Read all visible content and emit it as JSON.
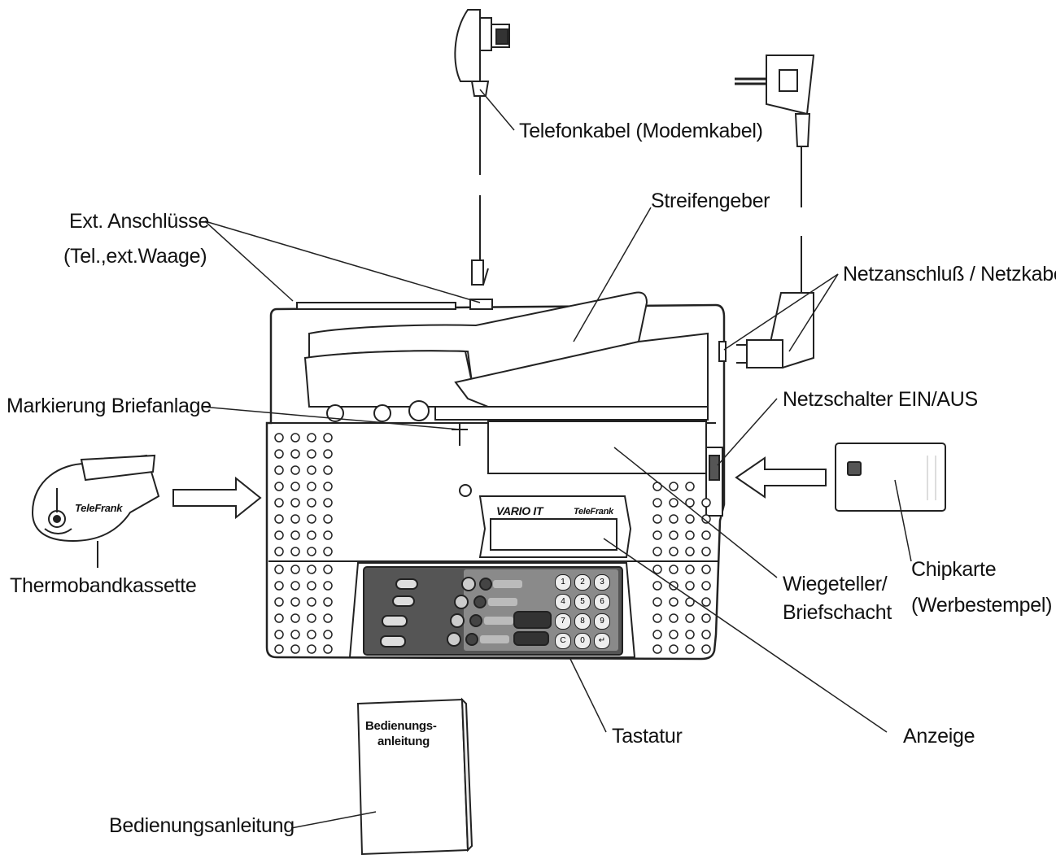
{
  "labels": {
    "telefonkabel": "Telefonkabel (Modemkabel)",
    "ext_anschluesse_1": "Ext. Anschlüsse",
    "ext_anschluesse_2": "(Tel.,ext.Waage)",
    "streifengeber": "Streifengeber",
    "netzanschluss": "Netzanschluß / Netzkabel",
    "markierung": "Markierung Briefanlage",
    "netzschalter": "Netzschalter EIN/AUS",
    "thermoband": "Thermobandkassette",
    "wiegeteller_1": "Wiegeteller/",
    "wiegeteller_2": "Briefschacht",
    "chipkarte_1": "Chipkarte",
    "chipkarte_2": "(Werbestempel)",
    "tastatur": "Tastatur",
    "anzeige": "Anzeige",
    "bedienungsanleitung": "Bedienungsanleitung"
  },
  "device": {
    "brand": "VARIO IT",
    "brand_secondary": "TeleFrank",
    "cassette_brand": "TeleFrank",
    "manual_cover_1": "Bedienungs-",
    "manual_cover_2": "anleitung",
    "keypad_digits": [
      "1",
      "2",
      "3",
      "4",
      "5",
      "6",
      "7",
      "8",
      "9",
      "C",
      "0",
      "↵"
    ]
  }
}
